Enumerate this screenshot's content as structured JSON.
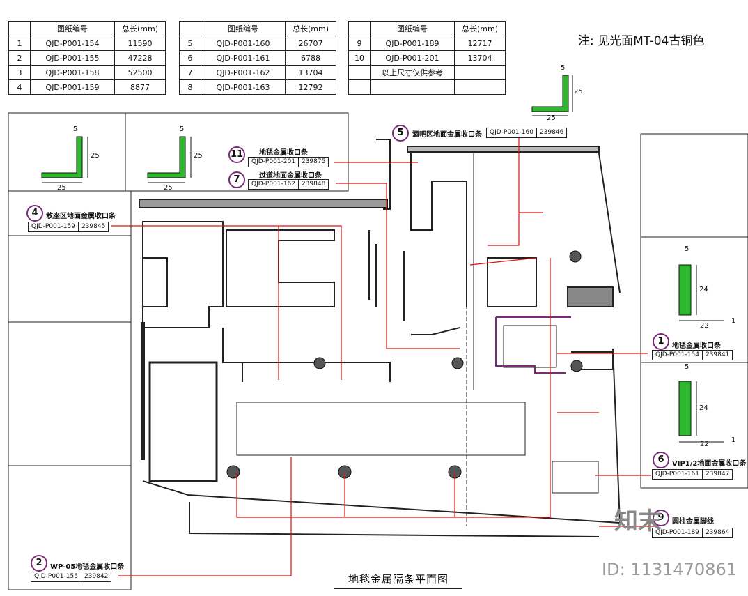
{
  "tables": [
    {
      "headers": [
        "",
        "图纸编号",
        "总长(mm)"
      ],
      "rows": [
        [
          "1",
          "QJD-P001-154",
          "11590"
        ],
        [
          "2",
          "QJD-P001-155",
          "47228"
        ],
        [
          "3",
          "QJD-P001-158",
          "52500"
        ],
        [
          "4",
          "QJD-P001-159",
          "8877"
        ]
      ]
    },
    {
      "headers": [
        "",
        "图纸编号",
        "总长(mm)"
      ],
      "rows": [
        [
          "5",
          "QJD-P001-160",
          "26707"
        ],
        [
          "6",
          "QJD-P001-161",
          "6788"
        ],
        [
          "7",
          "QJD-P001-162",
          "13704"
        ],
        [
          "8",
          "QJD-P001-163",
          "12792"
        ]
      ]
    },
    {
      "headers": [
        "",
        "图纸编号",
        "总长(mm)"
      ],
      "rows": [
        [
          "9",
          "QJD-P001-189",
          "12717"
        ],
        [
          "10",
          "QJD-P001-201",
          "13704"
        ],
        [
          "",
          "以上尺寸仅供参考",
          ""
        ],
        [
          "",
          "",
          ""
        ]
      ]
    }
  ],
  "note": "注:  见光面MT-04古铜色",
  "profiles": {
    "d5": "5",
    "d25": "25",
    "d24": "24",
    "d22": "22",
    "d1": "1"
  },
  "tags": {
    "t1": {
      "num": "1",
      "label": "地毯金属收口条",
      "code": "QJD-P001-154",
      "id": "239841"
    },
    "t2": {
      "num": "2",
      "label": "WP-05地毯金属收口条",
      "code": "QJD-P001-155",
      "id": "239842"
    },
    "t4": {
      "num": "4",
      "label": "散座区地面金属收口条",
      "code": "QJD-P001-159",
      "id": "239845"
    },
    "t5": {
      "num": "5",
      "label": "酒吧区地面金属收口条",
      "code": "QJD-P001-160",
      "id": "239846"
    },
    "t6": {
      "num": "6",
      "label": "VIP1/2地面金属收口条",
      "code": "QJD-P001-161",
      "id": "239847"
    },
    "t7": {
      "num": "7",
      "label": "过道地面金属收口条",
      "code": "QJD-P001-162",
      "id": "239848"
    },
    "t9": {
      "num": "9",
      "label": "圆柱金属脚线",
      "code": "QJD-P001-189",
      "id": "239864"
    },
    "t11": {
      "num": "11",
      "label": "地毯金属收口条",
      "code": "QJD-P001-201",
      "id": "239875"
    }
  },
  "title": "地毯金属隔条平面图",
  "watermark": "ID: 1131470861",
  "brand": "知末",
  "colors": {
    "leader": "#d11",
    "wall": "#222",
    "accent": "#7a2a7a",
    "green": "#2db82d"
  }
}
